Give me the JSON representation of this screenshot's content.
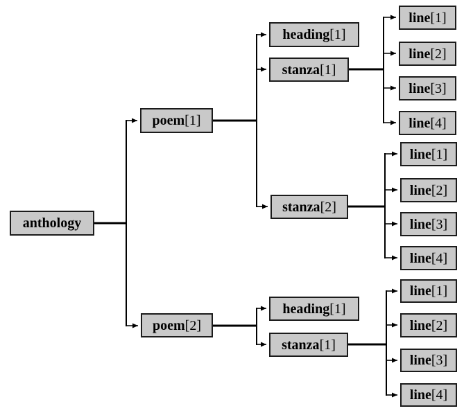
{
  "diagram": {
    "type": "tree",
    "description": "Node tree of an anthology document",
    "colors": {
      "background": "#ffffff",
      "node_fill": "#c9c9c9",
      "node_border": "#1b1b1b",
      "connector": "#000000",
      "text": "#000000"
    }
  },
  "nodes": [
    {
      "id": "anthology",
      "name": "anthology",
      "suffix": "",
      "parent": null
    },
    {
      "id": "poem-1",
      "name": "poem",
      "suffix": "[1]",
      "parent": "anthology"
    },
    {
      "id": "poem-1-heading-1",
      "name": "heading",
      "suffix": "[1]",
      "parent": "poem-1"
    },
    {
      "id": "poem-1-stanza-1",
      "name": "stanza",
      "suffix": "[1]",
      "parent": "poem-1"
    },
    {
      "id": "poem-1-stanza-1-line-1",
      "name": "line",
      "suffix": "[1]",
      "parent": "poem-1-stanza-1"
    },
    {
      "id": "poem-1-stanza-1-line-2",
      "name": "line",
      "suffix": "[2]",
      "parent": "poem-1-stanza-1"
    },
    {
      "id": "poem-1-stanza-1-line-3",
      "name": "line",
      "suffix": "[3]",
      "parent": "poem-1-stanza-1"
    },
    {
      "id": "poem-1-stanza-1-line-4",
      "name": "line",
      "suffix": "[4]",
      "parent": "poem-1-stanza-1"
    },
    {
      "id": "poem-1-stanza-2",
      "name": "stanza",
      "suffix": "[2]",
      "parent": "poem-1"
    },
    {
      "id": "poem-1-stanza-2-line-1",
      "name": "line",
      "suffix": "[1]",
      "parent": "poem-1-stanza-2"
    },
    {
      "id": "poem-1-stanza-2-line-2",
      "name": "line",
      "suffix": "[2]",
      "parent": "poem-1-stanza-2"
    },
    {
      "id": "poem-1-stanza-2-line-3",
      "name": "line",
      "suffix": "[3]",
      "parent": "poem-1-stanza-2"
    },
    {
      "id": "poem-1-stanza-2-line-4",
      "name": "line",
      "suffix": "[4]",
      "parent": "poem-1-stanza-2"
    },
    {
      "id": "poem-2",
      "name": "poem",
      "suffix": "[2]",
      "parent": "anthology"
    },
    {
      "id": "poem-2-heading-1",
      "name": "heading",
      "suffix": "[1]",
      "parent": "poem-2"
    },
    {
      "id": "poem-2-stanza-1",
      "name": "stanza",
      "suffix": "[1]",
      "parent": "poem-2"
    },
    {
      "id": "poem-2-stanza-1-line-1",
      "name": "line",
      "suffix": "[1]",
      "parent": "poem-2-stanza-1"
    },
    {
      "id": "poem-2-stanza-1-line-2",
      "name": "line",
      "suffix": "[2]",
      "parent": "poem-2-stanza-1"
    },
    {
      "id": "poem-2-stanza-1-line-3",
      "name": "line",
      "suffix": "[3]",
      "parent": "poem-2-stanza-1"
    },
    {
      "id": "poem-2-stanza-1-line-4",
      "name": "line",
      "suffix": "[4]",
      "parent": "poem-2-stanza-1"
    }
  ]
}
